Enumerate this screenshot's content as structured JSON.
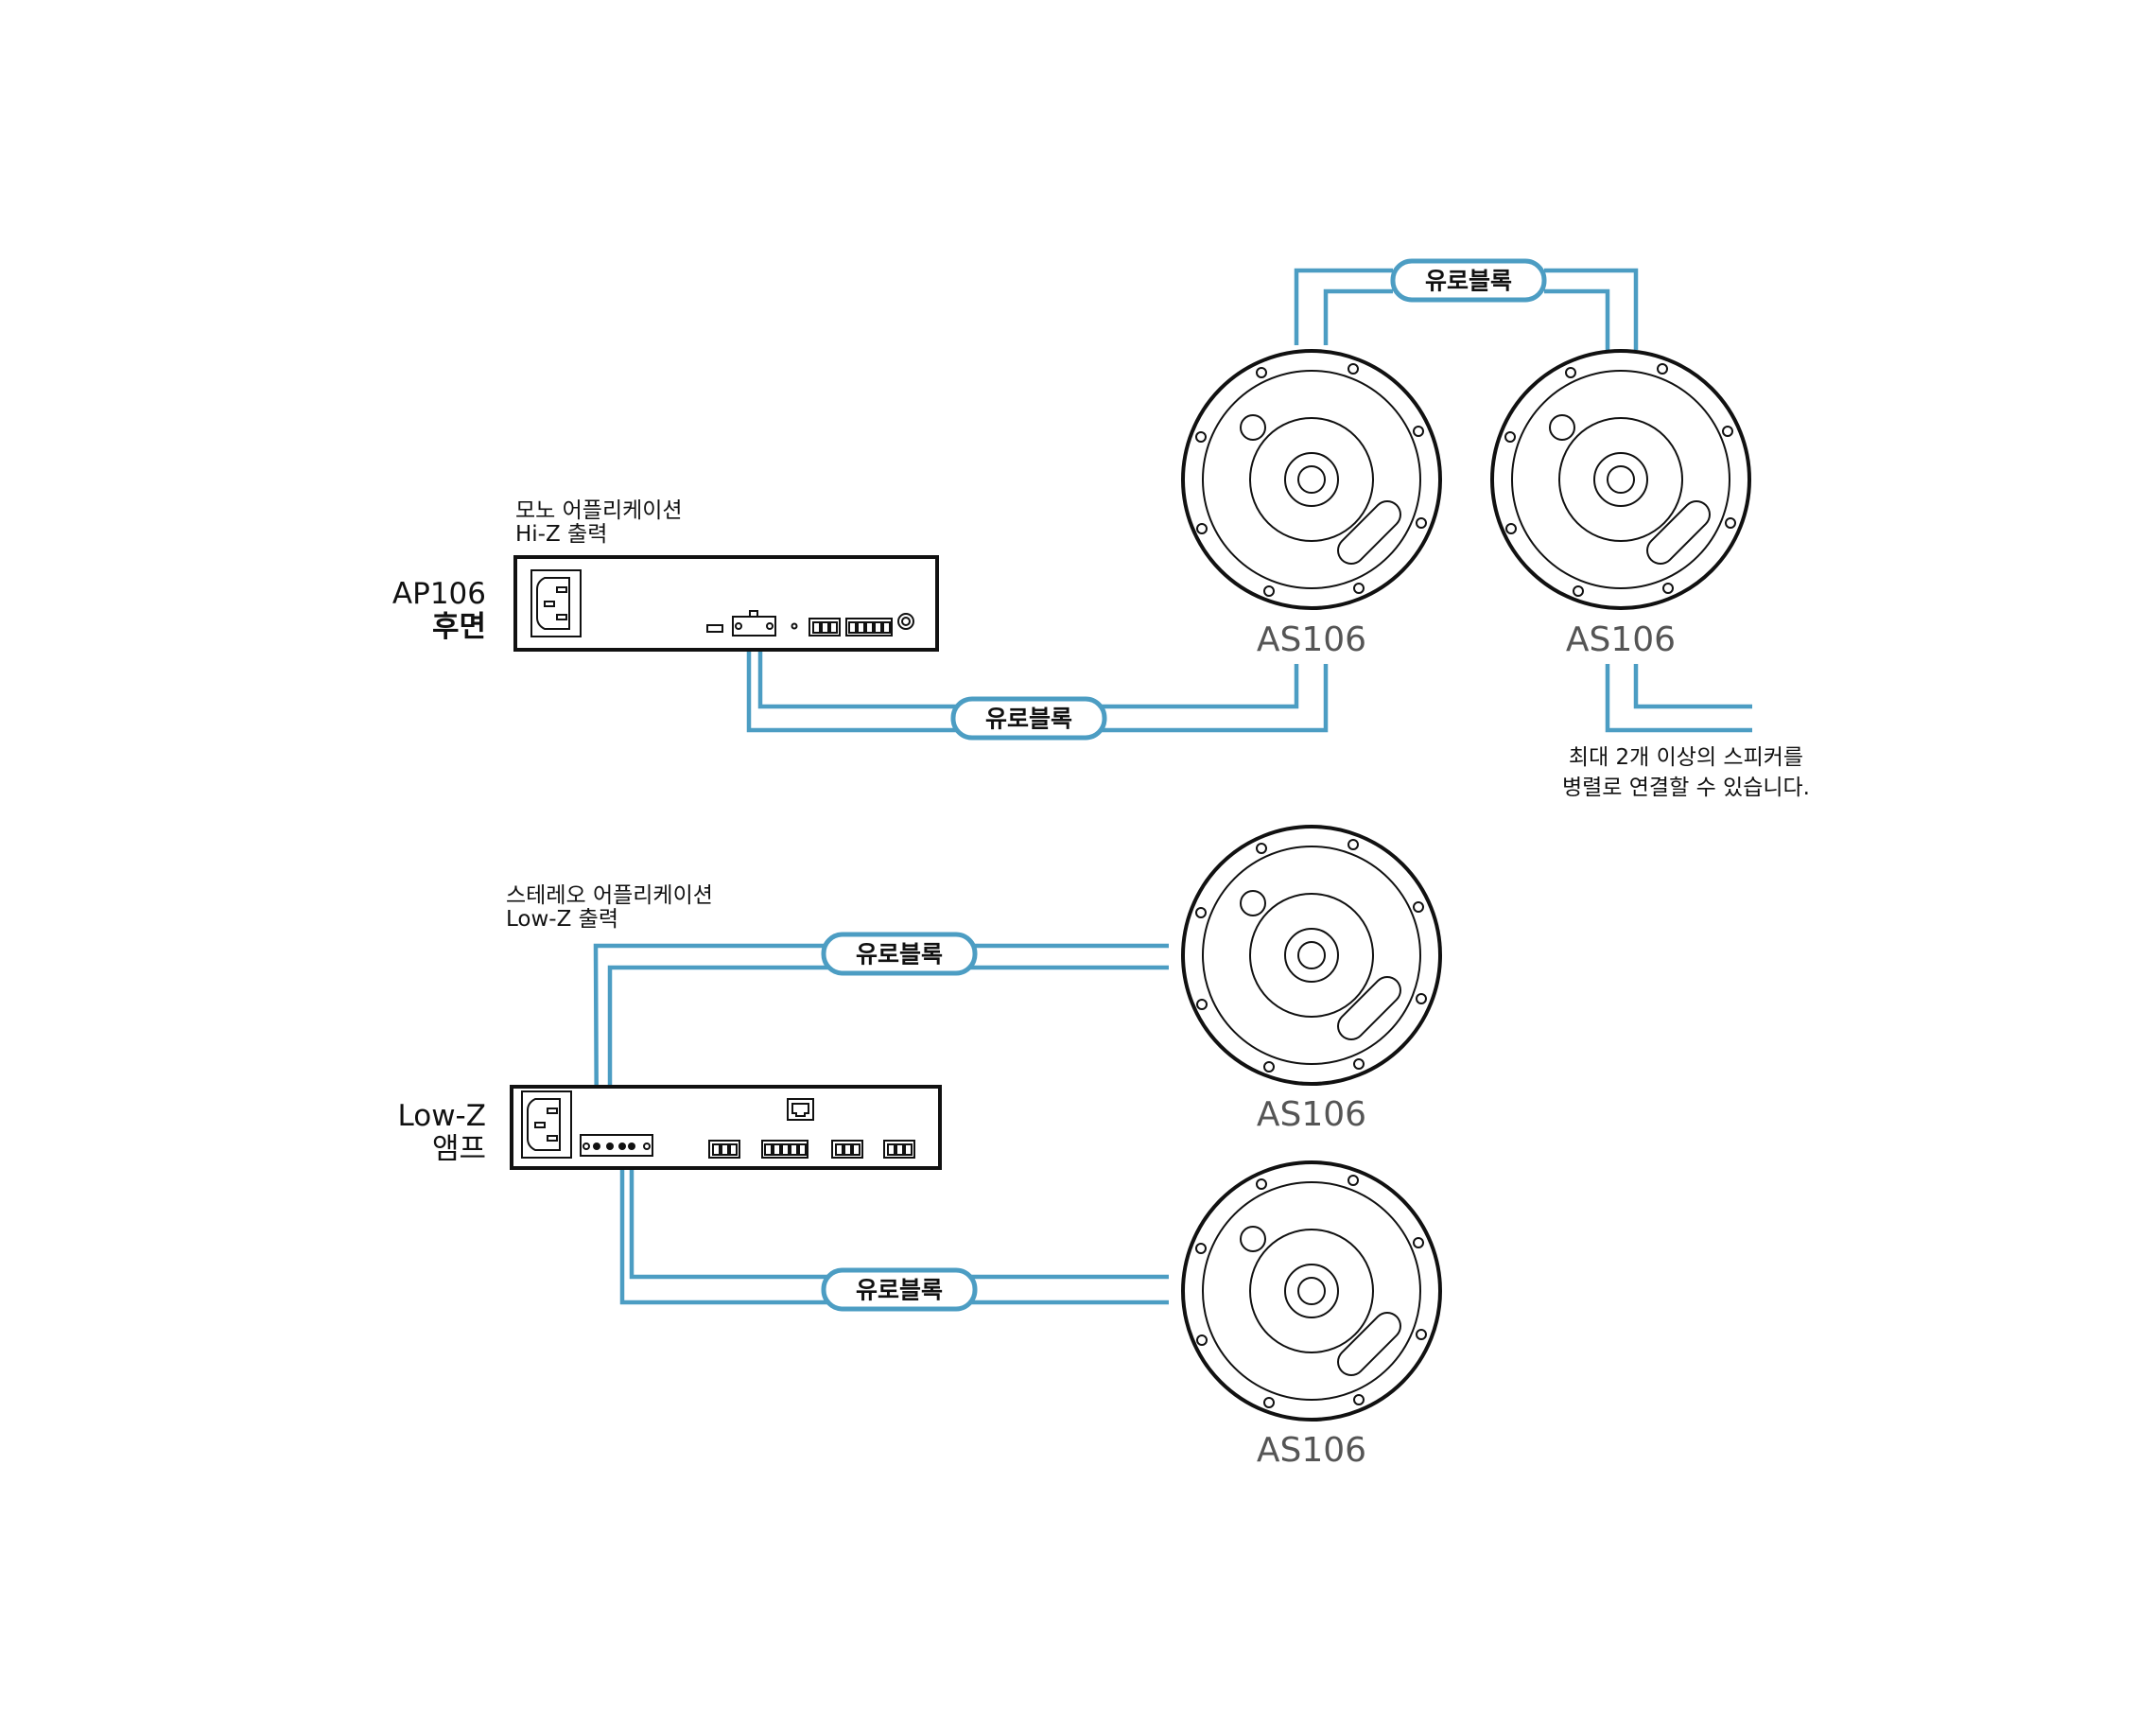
{
  "colors": {
    "cable": "#4c9dc3",
    "line": "#111111",
    "speaker_label": "#555555"
  },
  "mono": {
    "caption_line1": "모노 어플리케이션",
    "caption_line2": "Hi-Z 출력",
    "device_name": "AP106",
    "device_sub": "후면"
  },
  "stereo": {
    "caption_line1": "스테레오 어플리케이션",
    "caption_line2": "Low-Z 출력",
    "device_name": "Low-Z",
    "device_sub": "앰프"
  },
  "connector_label": "유로블록",
  "speakers": [
    {
      "label": "AS106"
    },
    {
      "label": "AS106"
    },
    {
      "label": "AS106"
    },
    {
      "label": "AS106"
    }
  ],
  "note": {
    "line1": "최대 2개 이상의 스피커를",
    "line2": "병렬로 연결할 수 있습니다."
  }
}
